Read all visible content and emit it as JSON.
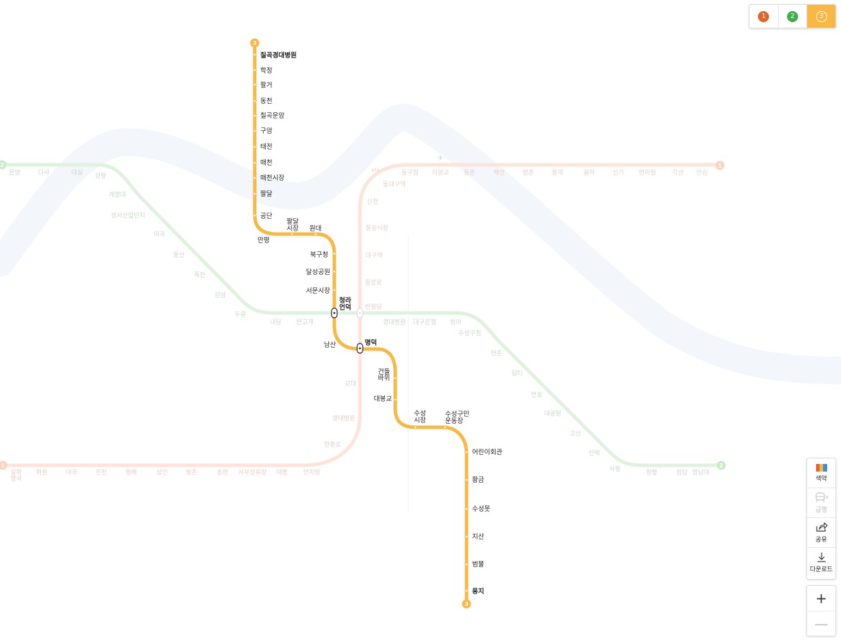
{
  "colors": {
    "line1": "#e2632e",
    "line2": "#3fae49",
    "line3": "#f8b843",
    "line1_faded": "#fde3d8",
    "line2_faded": "#dff2de",
    "bg_curve": "#f3f7fc"
  },
  "line_picker": {
    "buttons": [
      {
        "label": "1",
        "color": "#e2632e",
        "active": false
      },
      {
        "label": "2",
        "color": "#3fae49",
        "active": false
      },
      {
        "label": "3",
        "color": "#f8b843",
        "active": true
      }
    ]
  },
  "line3": {
    "badge": "3",
    "stations": [
      "칠곡경대병원",
      "학정",
      "팔거",
      "동천",
      "칠곡운암",
      "구암",
      "태전",
      "매천",
      "매천시장",
      "팔달",
      "공단",
      "만평",
      "팔달시장",
      "원대",
      "북구청",
      "달성공원",
      "서문시장",
      "청라언덕",
      "남산",
      "명덕",
      "건들바위",
      "대봉교",
      "수성시장",
      "수성구민운동장",
      "어린이회관",
      "황금",
      "수성못",
      "지산",
      "범물",
      "용지"
    ]
  },
  "line2": {
    "badge": "2",
    "stations": [
      "문양",
      "다사",
      "대실",
      "강창",
      "계명대",
      "성서산업단지",
      "이곡",
      "용산",
      "죽전",
      "감삼",
      "두류",
      "내당",
      "반고개",
      "청라언덕",
      "반월당",
      "경대병원",
      "대구은행",
      "범어",
      "수성구청",
      "만촌",
      "담티",
      "연호",
      "대공원",
      "고산",
      "신매",
      "사월",
      "정평",
      "임당",
      "영남대"
    ]
  },
  "line1": {
    "badge": "1",
    "stations": [
      "설화명곡",
      "화원",
      "대곡",
      "진천",
      "월배",
      "상인",
      "월촌",
      "송현",
      "서부정류장",
      "대명",
      "안지랑",
      "현충로",
      "영대병원",
      "교대",
      "명덕",
      "반월당",
      "중앙로",
      "대구역",
      "칠성시장",
      "신천",
      "동대구역",
      "동구청",
      "아양교",
      "동촌",
      "해안",
      "방촌",
      "용계",
      "율하",
      "신기",
      "반야월",
      "각산",
      "안심"
    ],
    "small_label": "KTX"
  },
  "tools": [
    {
      "icon": "palette-icon",
      "label": "색약",
      "disabled": false
    },
    {
      "icon": "train-icon",
      "label": "급행",
      "disabled": true
    },
    {
      "icon": "share-icon",
      "label": "공유",
      "disabled": false
    },
    {
      "icon": "download-icon",
      "label": "다운로드",
      "disabled": false
    }
  ],
  "zoom": {
    "in": "+",
    "out": "—"
  }
}
